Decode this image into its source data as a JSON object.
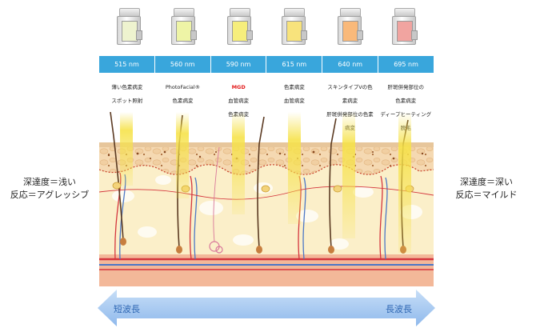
{
  "side_left": {
    "line1": "深達度＝浅い",
    "line2": "反応＝アグレッシブ"
  },
  "side_right": {
    "line1": "深達度＝深い",
    "line2": "反応＝マイルド"
  },
  "wavelengths": [
    {
      "nm": "515 nm",
      "filter_color": "#eef3cf",
      "label_lines": [
        "薄い色素病変",
        "スポット照射"
      ]
    },
    {
      "nm": "560 nm",
      "filter_color": "#eef4a6",
      "label_lines": [
        "PhotoFacial®",
        "色素病変"
      ]
    },
    {
      "nm": "590 nm",
      "filter_color": "#f6ee7c",
      "highlight": "MGD",
      "label_lines": [
        "血管病変",
        "色素病変"
      ]
    },
    {
      "nm": "615 nm",
      "filter_color": "#f8e37c",
      "label_lines": [
        "色素病変",
        "血管病変"
      ]
    },
    {
      "nm": "640 nm",
      "filter_color": "#f9b97a",
      "label_lines": [
        "スキンタイプVの色",
        "素病変",
        "肝斑併発部位の色素",
        "病変"
      ]
    },
    {
      "nm": "695 nm",
      "filter_color": "#f1a4a0",
      "label_lines": [
        "肝斑併発部位の",
        "色素病変",
        "ディープヒーティング",
        "脱毛"
      ]
    }
  ],
  "arrow": {
    "left_label": "短波長",
    "right_label": "長波長"
  },
  "colors": {
    "band": "#39a6dc",
    "arrow": "#a9cdf3",
    "beam": "#f6e24a",
    "epidermis": "#e7c69b",
    "dermis": "#fbefc9",
    "fat": "#f3b899",
    "vessel_red": "#d4353d",
    "vessel_blue": "#4c77c6"
  }
}
